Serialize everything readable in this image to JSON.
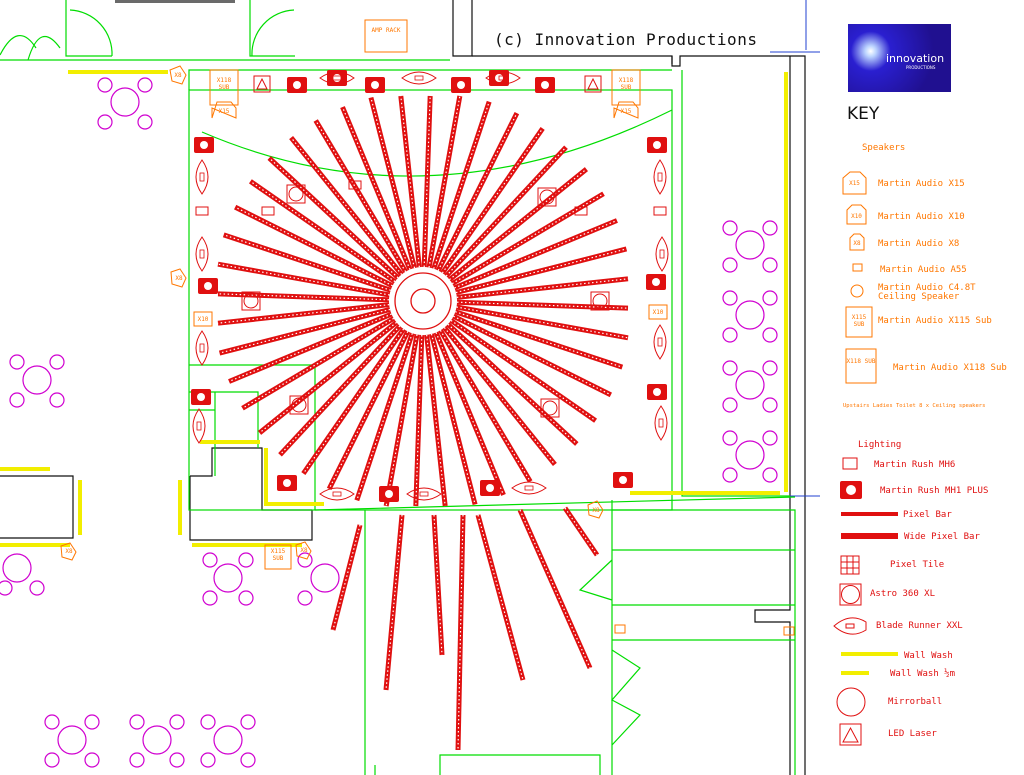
{
  "header": {
    "copyright": "(c) Innovation Productions",
    "logo_brand": "innovation",
    "logo_sub": "PRODUCTIONS"
  },
  "key": {
    "title": "KEY",
    "speakers_heading": "Speakers",
    "speakers": [
      {
        "symbol": "X15",
        "label": "Martin Audio X15"
      },
      {
        "symbol": "X10",
        "label": "Martin Audio X10"
      },
      {
        "symbol": "X8",
        "label": "Martin Audio X8"
      },
      {
        "symbol": "",
        "label": "Martin Audio A55"
      },
      {
        "symbol": "",
        "label": "Martin Audio C4.8T"
      },
      {
        "symbol": "X115 SUB",
        "label": "Martin Audio X115 Sub"
      },
      {
        "symbol": "X118 SUB",
        "label": "Martin Audio X118 Sub"
      }
    ],
    "ceiling_speaker_line2": "Ceiling Speaker",
    "note": "Upstairs Ladies Toilet 8 x Ceiling speakers",
    "lighting_heading": "Lighting",
    "lighting": [
      {
        "label": "Martin Rush MH6"
      },
      {
        "label": "Martin Rush MH1 PLUS"
      },
      {
        "label": "Pixel Bar"
      },
      {
        "label": "Wide Pixel Bar"
      },
      {
        "label": "Pixel Tile"
      },
      {
        "label": "Astro 360 XL"
      },
      {
        "label": "Blade Runner XXL"
      },
      {
        "label": "Wall Wash"
      },
      {
        "label": "Wall Wash ½m"
      },
      {
        "label": "Mirrorball"
      },
      {
        "label": "LED Laser"
      }
    ]
  },
  "plan_labels": {
    "amp_rack": "AMP RACK",
    "x118_sub": "X118 SUB",
    "x15": "X15",
    "x10": "X10",
    "x8": "X8",
    "x115_sub": "X115 SUB"
  },
  "colors": {
    "walls": "#00dd00",
    "speakers": "#ff7700",
    "lighting": "#e01010",
    "wall_wash": "#f2ee00",
    "seating": "#d000d0",
    "structure": "#111111",
    "marker": "#2040d0"
  }
}
